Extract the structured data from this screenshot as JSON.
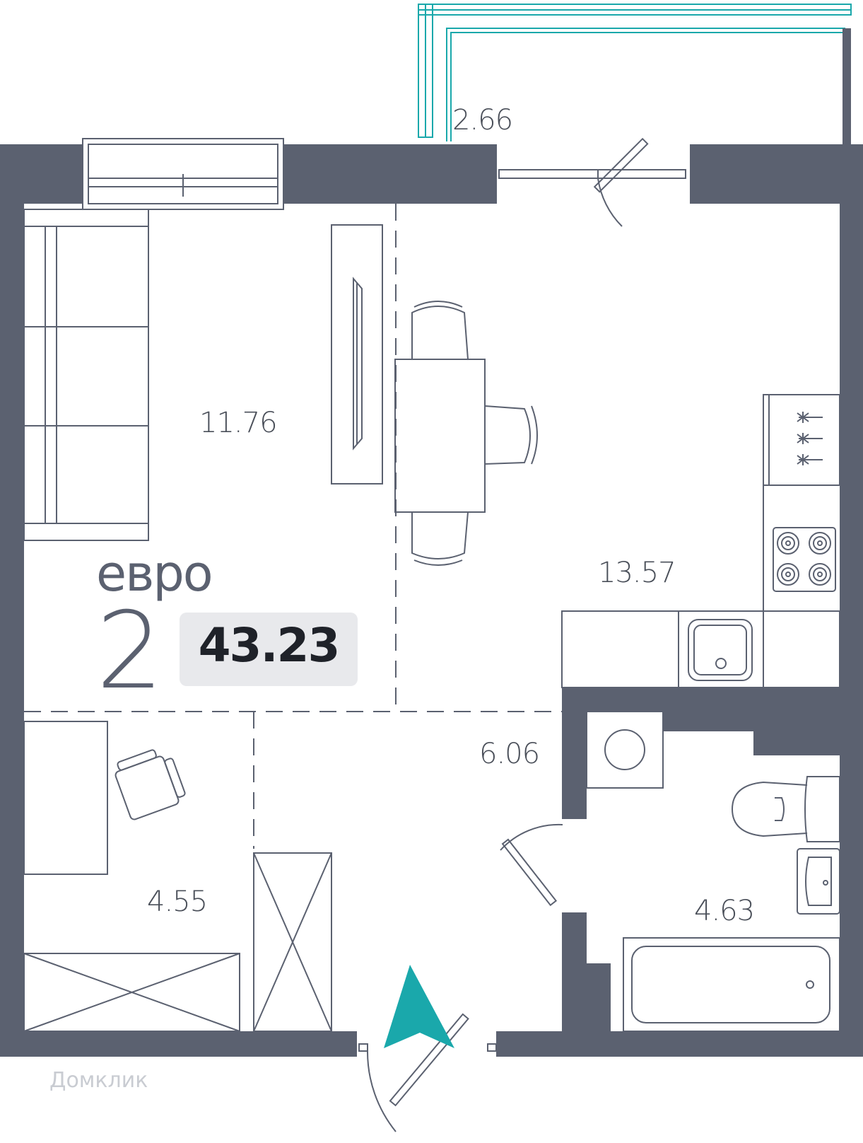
{
  "plan": {
    "apartment_type": "евро",
    "rooms": "2",
    "total_area": "43.23",
    "room_areas": {
      "balcony": "2.66",
      "living_room": "11.76",
      "kitchen": "13.57",
      "hallway": "6.06",
      "study": "4.55",
      "bathroom": "4.63"
    },
    "watermark": "Домклик"
  },
  "colors": {
    "wall": "#5b6170",
    "line": "#5b6170",
    "accent": "#1aa8ab",
    "area_pill": "#e8e9ec"
  },
  "icons": [
    "entrance-arrow-icon",
    "stove-icon",
    "sink-icon",
    "toilet-icon",
    "bathtub-icon",
    "washing-machine-icon"
  ]
}
